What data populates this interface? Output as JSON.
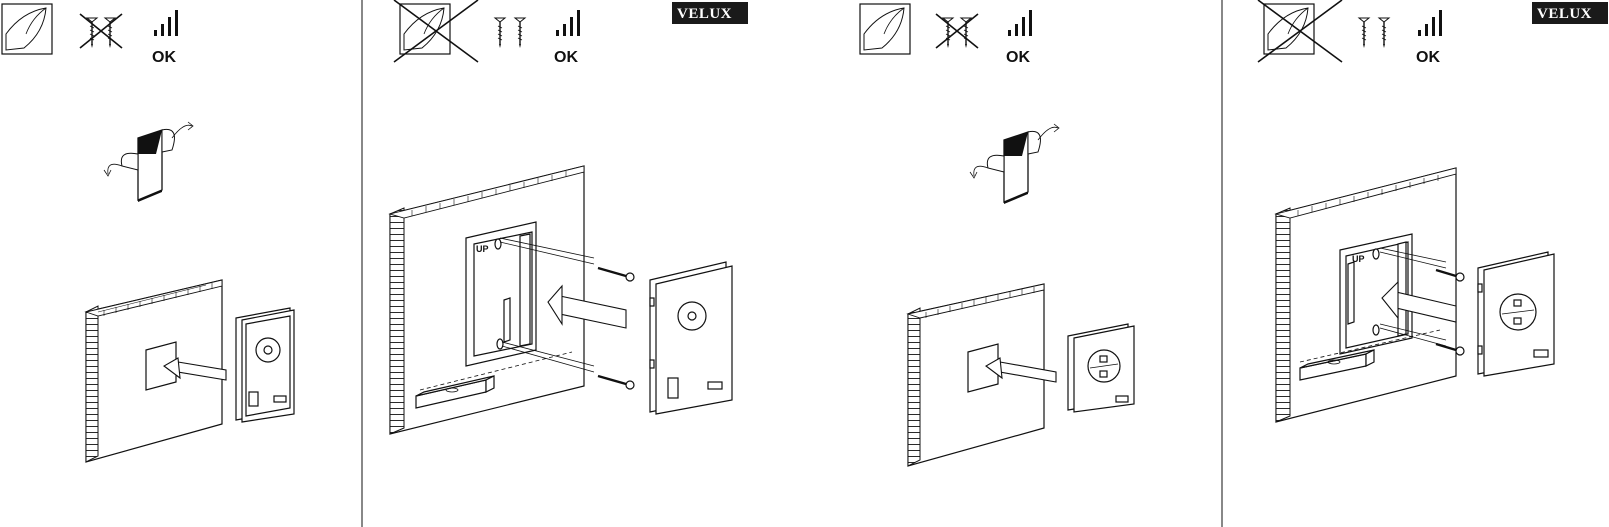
{
  "panels": [
    {
      "id": "p1",
      "signal_label": "OK"
    },
    {
      "id": "p2",
      "signal_label": "OK",
      "logo": "VELUX",
      "mount_label": "UP"
    },
    {
      "id": "p3",
      "signal_label": "OK"
    },
    {
      "id": "p4",
      "signal_label": "OK",
      "logo": "VELUX",
      "mount_label": "UP"
    }
  ],
  "icons": {
    "adhesive": "adhesive-pad-icon",
    "no_adhesive": "no-adhesive-icon",
    "screws": "screws-icon",
    "no_screws": "no-screws-icon",
    "signal": "signal-strength-icon"
  },
  "colors": {
    "line": "#111111",
    "logo_bg": "#1a1a1a",
    "background": "#ffffff"
  }
}
